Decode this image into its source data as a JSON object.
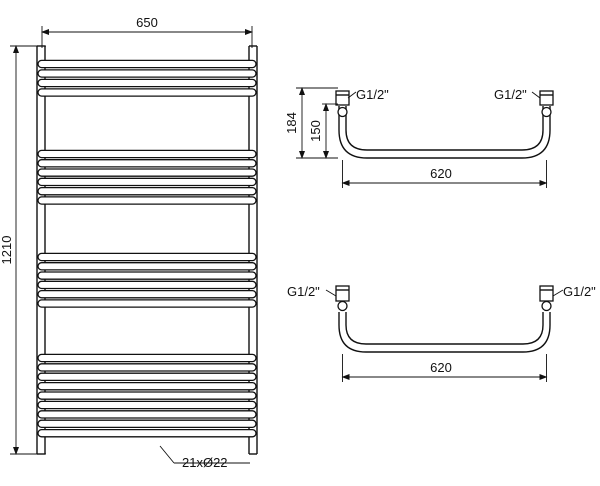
{
  "front_view": {
    "width_label": "650",
    "height_label": "1210",
    "tube_spec": "21xØ22"
  },
  "top_view": {
    "connection_left": "G1/2\"",
    "connection_right": "G1/2\"",
    "depth_outer": "184",
    "depth_inner": "150",
    "axis_spacing": "620"
  },
  "bottom_view": {
    "connection_left": "G1/2\"",
    "connection_right": "G1/2\"",
    "axis_spacing": "620"
  }
}
